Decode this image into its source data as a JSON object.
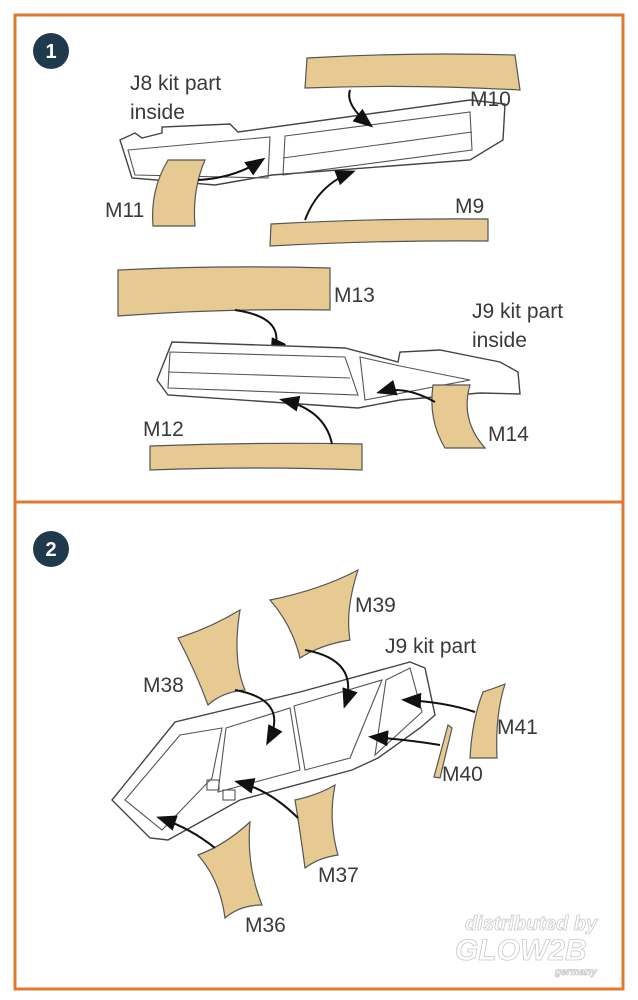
{
  "colors": {
    "frame": "#e07a30",
    "badge": "#1f3a4d",
    "mask": "#e6ca92"
  },
  "steps": [
    {
      "number": "1",
      "labels": {
        "kit_part_1_line1": "J8 kit part",
        "kit_part_1_line2": "inside",
        "kit_part_2_line1": "J9 kit part",
        "kit_part_2_line2": "inside",
        "m10": "M10",
        "m11": "M11",
        "m9": "M9",
        "m13": "M13",
        "m12": "M12",
        "m14": "M14"
      }
    },
    {
      "number": "2",
      "labels": {
        "kit_part": "J9 kit part",
        "m38": "M38",
        "m39": "M39",
        "m41": "M41",
        "m40": "M40",
        "m37": "M37",
        "m36": "M36"
      }
    }
  ],
  "watermark": {
    "line1": "distributed by",
    "brand": "GLOW2B",
    "country": "germany"
  }
}
